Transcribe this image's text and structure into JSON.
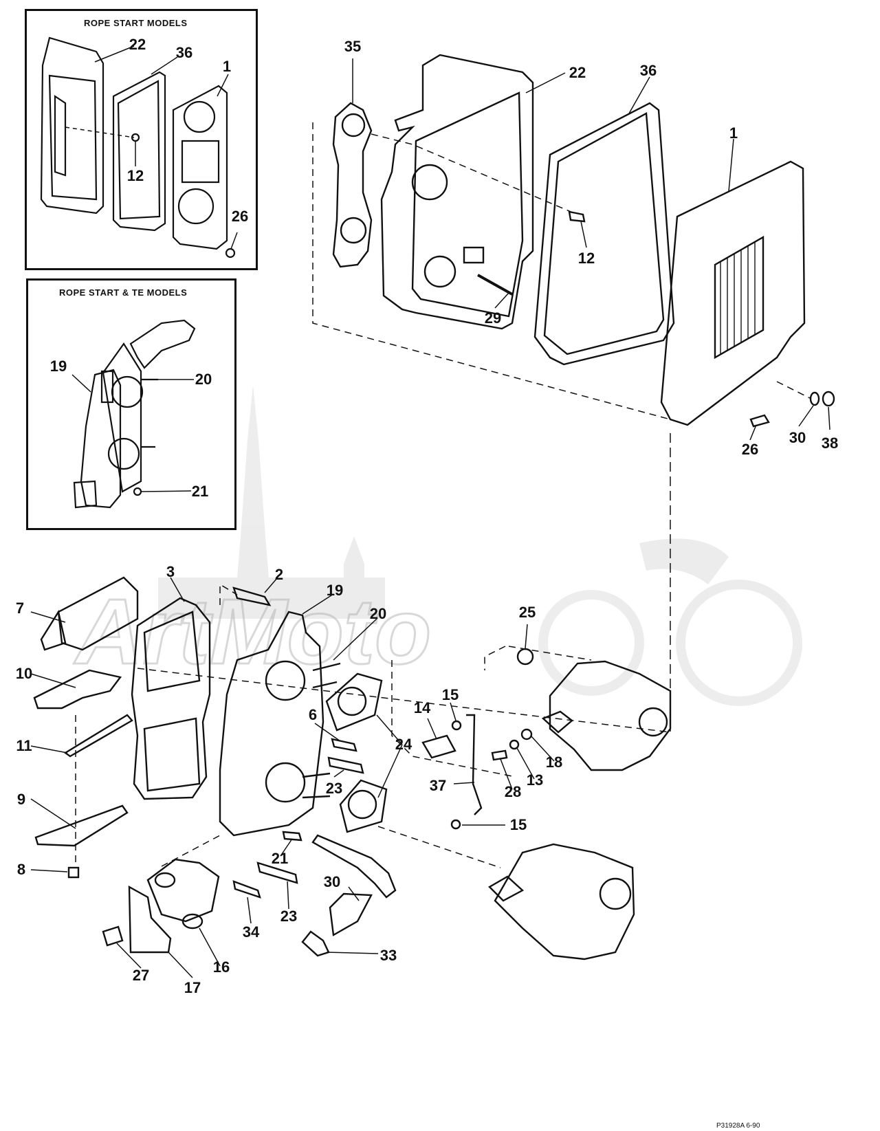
{
  "insets": {
    "rope_start": {
      "title": "ROPE START MODELS"
    },
    "rope_start_te": {
      "title": "ROPE START & TE MODELS"
    }
  },
  "watermark": {
    "text": "ArtMoto"
  },
  "callouts": {
    "i1_22": "22",
    "i1_36": "36",
    "i1_1": "1",
    "i1_12": "12",
    "i1_26": "26",
    "i2_19": "19",
    "i2_20": "20",
    "i2_21": "21",
    "m_35": "35",
    "m_22": "22",
    "m_36": "36",
    "m_1": "1",
    "m_12": "12",
    "m_29": "29",
    "m_26": "26",
    "m_30a": "30",
    "m_38": "38",
    "m_2": "2",
    "m_3": "3",
    "m_19": "19",
    "m_20": "20",
    "m_25": "25",
    "m_7": "7",
    "m_10": "10",
    "m_11": "11",
    "m_9": "9",
    "m_8": "8",
    "m_6": "6",
    "m_24": "24",
    "m_15a": "15",
    "m_14": "14",
    "m_18": "18",
    "m_13": "13",
    "m_28": "28",
    "m_37": "37",
    "m_23a": "23",
    "m_15b": "15",
    "m_21": "21",
    "m_30b": "30",
    "m_23b": "23",
    "m_34": "34",
    "m_33": "33",
    "m_16": "16",
    "m_17": "17",
    "m_27": "27"
  },
  "figure_code": "P31928A 6-90"
}
